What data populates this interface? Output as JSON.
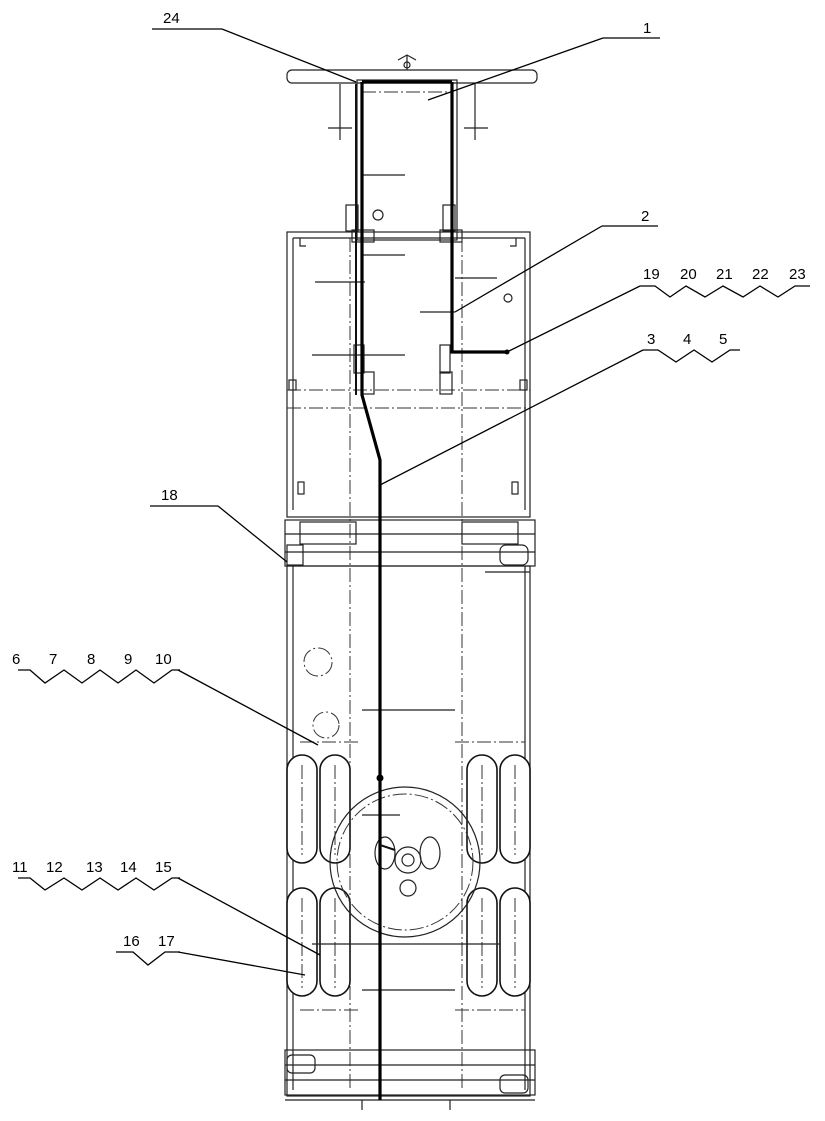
{
  "callouts": {
    "c1": "1",
    "c2": "2",
    "c3": "3",
    "c4": "4",
    "c5": "5",
    "c6": "6",
    "c7": "7",
    "c8": "8",
    "c9": "9",
    "c10": "10",
    "c11": "11",
    "c12": "12",
    "c13": "13",
    "c14": "14",
    "c15": "15",
    "c16": "16",
    "c17": "17",
    "c18": "18",
    "c19": "19",
    "c20": "20",
    "c21": "21",
    "c22": "22",
    "c23": "23",
    "c24": "24"
  },
  "colors": {
    "line": "#000000",
    "background": "#ffffff"
  }
}
